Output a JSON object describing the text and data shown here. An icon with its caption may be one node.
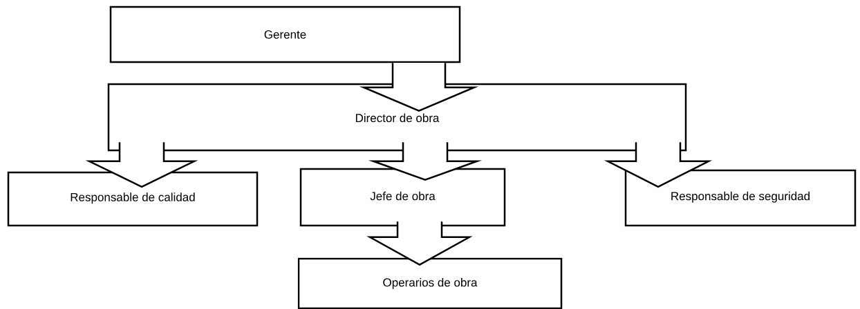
{
  "diagram": {
    "nodes": [
      {
        "text": [
          "Gerente"
        ]
      },
      {
        "text": [
          "Director de obra"
        ]
      },
      {
        "text": [
          "Responsable de calidad"
        ]
      },
      {
        "text": [
          "Jefe de obra"
        ]
      },
      {
        "text": [
          "Responsable de seguridad"
        ]
      },
      {
        "text": [
          "Operarios de obra"
        ]
      }
    ],
    "edges": [
      {
        "from": 0,
        "to": 1,
        "arrow": "to"
      },
      {
        "from": 1,
        "to": 2,
        "arrow": "to"
      },
      {
        "from": 1,
        "to": 3,
        "arrow": "to"
      },
      {
        "from": 1,
        "to": 4,
        "arrow": "to"
      },
      {
        "from": 3,
        "to": 5,
        "arrow": "to"
      }
    ]
  }
}
